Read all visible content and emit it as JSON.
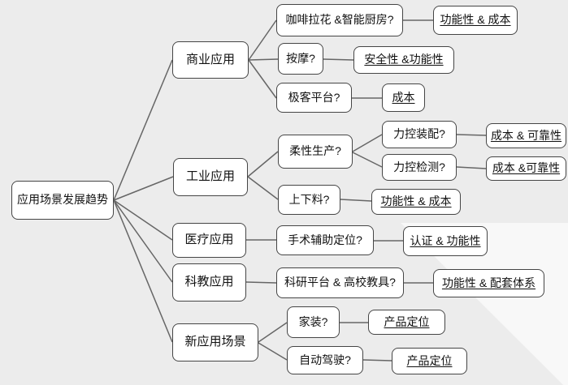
{
  "colors": {
    "bg": "#ececec",
    "node-fill": "#ffffff",
    "node-border": "#454545",
    "line": "#666666",
    "text": "#111111",
    "sheen": "#f8f8f8"
  },
  "diagram": {
    "root": {
      "label": "应用场景发展趋势"
    },
    "categories": {
      "business": {
        "label": "商业应用"
      },
      "industrial": {
        "label": "工业应用"
      },
      "medical": {
        "label": "医疗应用"
      },
      "education": {
        "label": "科教应用"
      },
      "newapp": {
        "label": "新应用场景"
      }
    },
    "scenarios": {
      "coffee": {
        "label": "咖啡拉花 &智能厨房?"
      },
      "massage": {
        "label": "按摩?"
      },
      "geek": {
        "label": "极客平台?"
      },
      "flexible": {
        "label": "柔性生产?"
      },
      "assembly": {
        "label": "力控装配?"
      },
      "inspection": {
        "label": "力控检测?"
      },
      "loading": {
        "label": "上下料?"
      },
      "surgical": {
        "label": "手术辅助定位?"
      },
      "research": {
        "label": "科研平台 & 高校教具?"
      },
      "home": {
        "label": "家装?"
      },
      "driving": {
        "label": "自动驾驶?"
      }
    },
    "factors": {
      "coffee": {
        "label": "功能性 & 成本"
      },
      "massage": {
        "label": "安全性 &功能性"
      },
      "geek": {
        "label": "成本"
      },
      "assembly": {
        "label": "成本 & 可靠性"
      },
      "inspection": {
        "label": "成本 &可靠性"
      },
      "loading": {
        "label": "功能性 & 成本"
      },
      "surgical": {
        "label": "认证 & 功能性"
      },
      "research": {
        "label": "功能性 & 配套体系"
      },
      "home": {
        "label": "产品定位"
      },
      "driving": {
        "label": "产品定位"
      }
    }
  }
}
